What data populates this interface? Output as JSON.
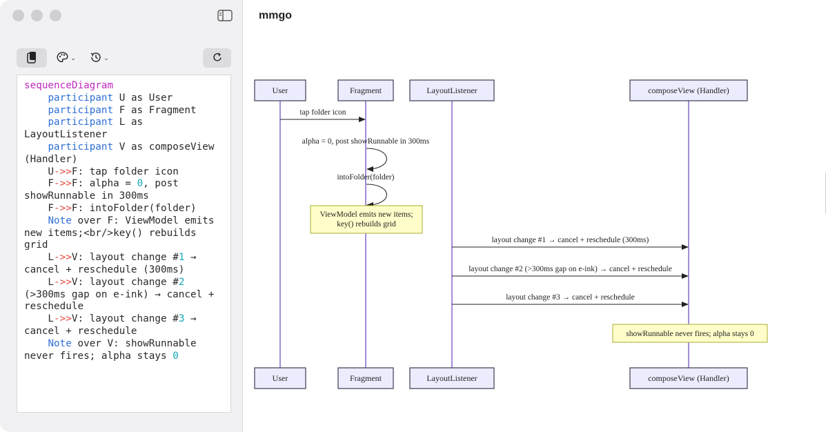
{
  "window": {
    "title": "mmgo"
  },
  "toolbar": {
    "copy_icon": "clipboard-icon",
    "theme_icon": "palette-icon",
    "history_icon": "history-icon",
    "refresh_icon": "refresh-icon"
  },
  "editor": {
    "lines": [
      [
        {
          "t": "sequenceDiagram",
          "c": "kw-seq"
        }
      ],
      [
        {
          "t": "    "
        },
        {
          "t": "participant",
          "c": "kw"
        },
        {
          "t": " U as User"
        }
      ],
      [
        {
          "t": "    "
        },
        {
          "t": "participant",
          "c": "kw"
        },
        {
          "t": " F as Fragment"
        }
      ],
      [
        {
          "t": "    "
        },
        {
          "t": "participant",
          "c": "kw"
        },
        {
          "t": " L as"
        }
      ],
      [
        {
          "t": "LayoutListener"
        }
      ],
      [
        {
          "t": "    "
        },
        {
          "t": "participant",
          "c": "kw"
        },
        {
          "t": " V as composeView"
        }
      ],
      [
        {
          "t": "(Handler)"
        }
      ],
      [
        {
          "t": "    U"
        },
        {
          "t": "->>",
          "c": "arrow"
        },
        {
          "t": "F: tap folder icon"
        }
      ],
      [
        {
          "t": "    F"
        },
        {
          "t": "->>",
          "c": "arrow"
        },
        {
          "t": "F: alpha = "
        },
        {
          "t": "0",
          "c": "num"
        },
        {
          "t": ", post"
        }
      ],
      [
        {
          "t": "showRunnable in 300ms"
        }
      ],
      [
        {
          "t": "    F"
        },
        {
          "t": "->>",
          "c": "arrow"
        },
        {
          "t": "F: intoFolder(folder)"
        }
      ],
      [
        {
          "t": "    "
        },
        {
          "t": "Note",
          "c": "kw"
        },
        {
          "t": " over F: ViewModel emits"
        }
      ],
      [
        {
          "t": "new items;<br/>key() rebuilds"
        }
      ],
      [
        {
          "t": "grid"
        }
      ],
      [
        {
          "t": "    L"
        },
        {
          "t": "->>",
          "c": "arrow"
        },
        {
          "t": "V: layout change #"
        },
        {
          "t": "1",
          "c": "num"
        },
        {
          "t": " →"
        }
      ],
      [
        {
          "t": "cancel + reschedule (300ms)"
        }
      ],
      [
        {
          "t": "    L"
        },
        {
          "t": "->>",
          "c": "arrow"
        },
        {
          "t": "V: layout change #"
        },
        {
          "t": "2",
          "c": "num"
        }
      ],
      [
        {
          "t": "(>300ms gap on e-ink) → cancel +"
        }
      ],
      [
        {
          "t": "reschedule"
        }
      ],
      [
        {
          "t": "    L"
        },
        {
          "t": "->>",
          "c": "arrow"
        },
        {
          "t": "V: layout change #"
        },
        {
          "t": "3",
          "c": "num"
        },
        {
          "t": " →"
        }
      ],
      [
        {
          "t": "cancel + reschedule"
        }
      ],
      [
        {
          "t": "    "
        },
        {
          "t": "Note",
          "c": "kw"
        },
        {
          "t": " over V: showRunnable"
        }
      ],
      [
        {
          "t": "never fires; alpha stays "
        },
        {
          "t": "0",
          "c": "num"
        }
      ]
    ]
  },
  "diagram": {
    "participants": [
      {
        "id": "U",
        "label": "User"
      },
      {
        "id": "F",
        "label": "Fragment"
      },
      {
        "id": "L",
        "label": "LayoutListener"
      },
      {
        "id": "V",
        "label": "composeView (Handler)"
      }
    ],
    "messages": [
      {
        "from": "U",
        "to": "F",
        "text": "tap folder icon"
      },
      {
        "from": "F",
        "to": "F",
        "text": "alpha = 0, post showRunnable in 300ms"
      },
      {
        "from": "F",
        "to": "F",
        "text": "intoFolder(folder)"
      },
      {
        "from": "L",
        "to": "V",
        "text": "layout change #1 → cancel + reschedule (300ms)"
      },
      {
        "from": "L",
        "to": "V",
        "text": "layout change #2 (>300ms gap on e-ink) → cancel + reschedule"
      },
      {
        "from": "L",
        "to": "V",
        "text": "layout change #3 → cancel + reschedule"
      }
    ],
    "notes": [
      {
        "over": "F",
        "lines": [
          "ViewModel emits new items;",
          "key() rebuilds grid"
        ]
      },
      {
        "over": "V",
        "lines": [
          "showRunnable never fires; alpha stays 0"
        ]
      }
    ],
    "colors": {
      "actor_fill": "#ececff",
      "actor_stroke": "#3b3b52",
      "lifeline": "#7b5cc9",
      "note_fill": "#fffdc9",
      "note_stroke": "#aaaa33"
    }
  }
}
